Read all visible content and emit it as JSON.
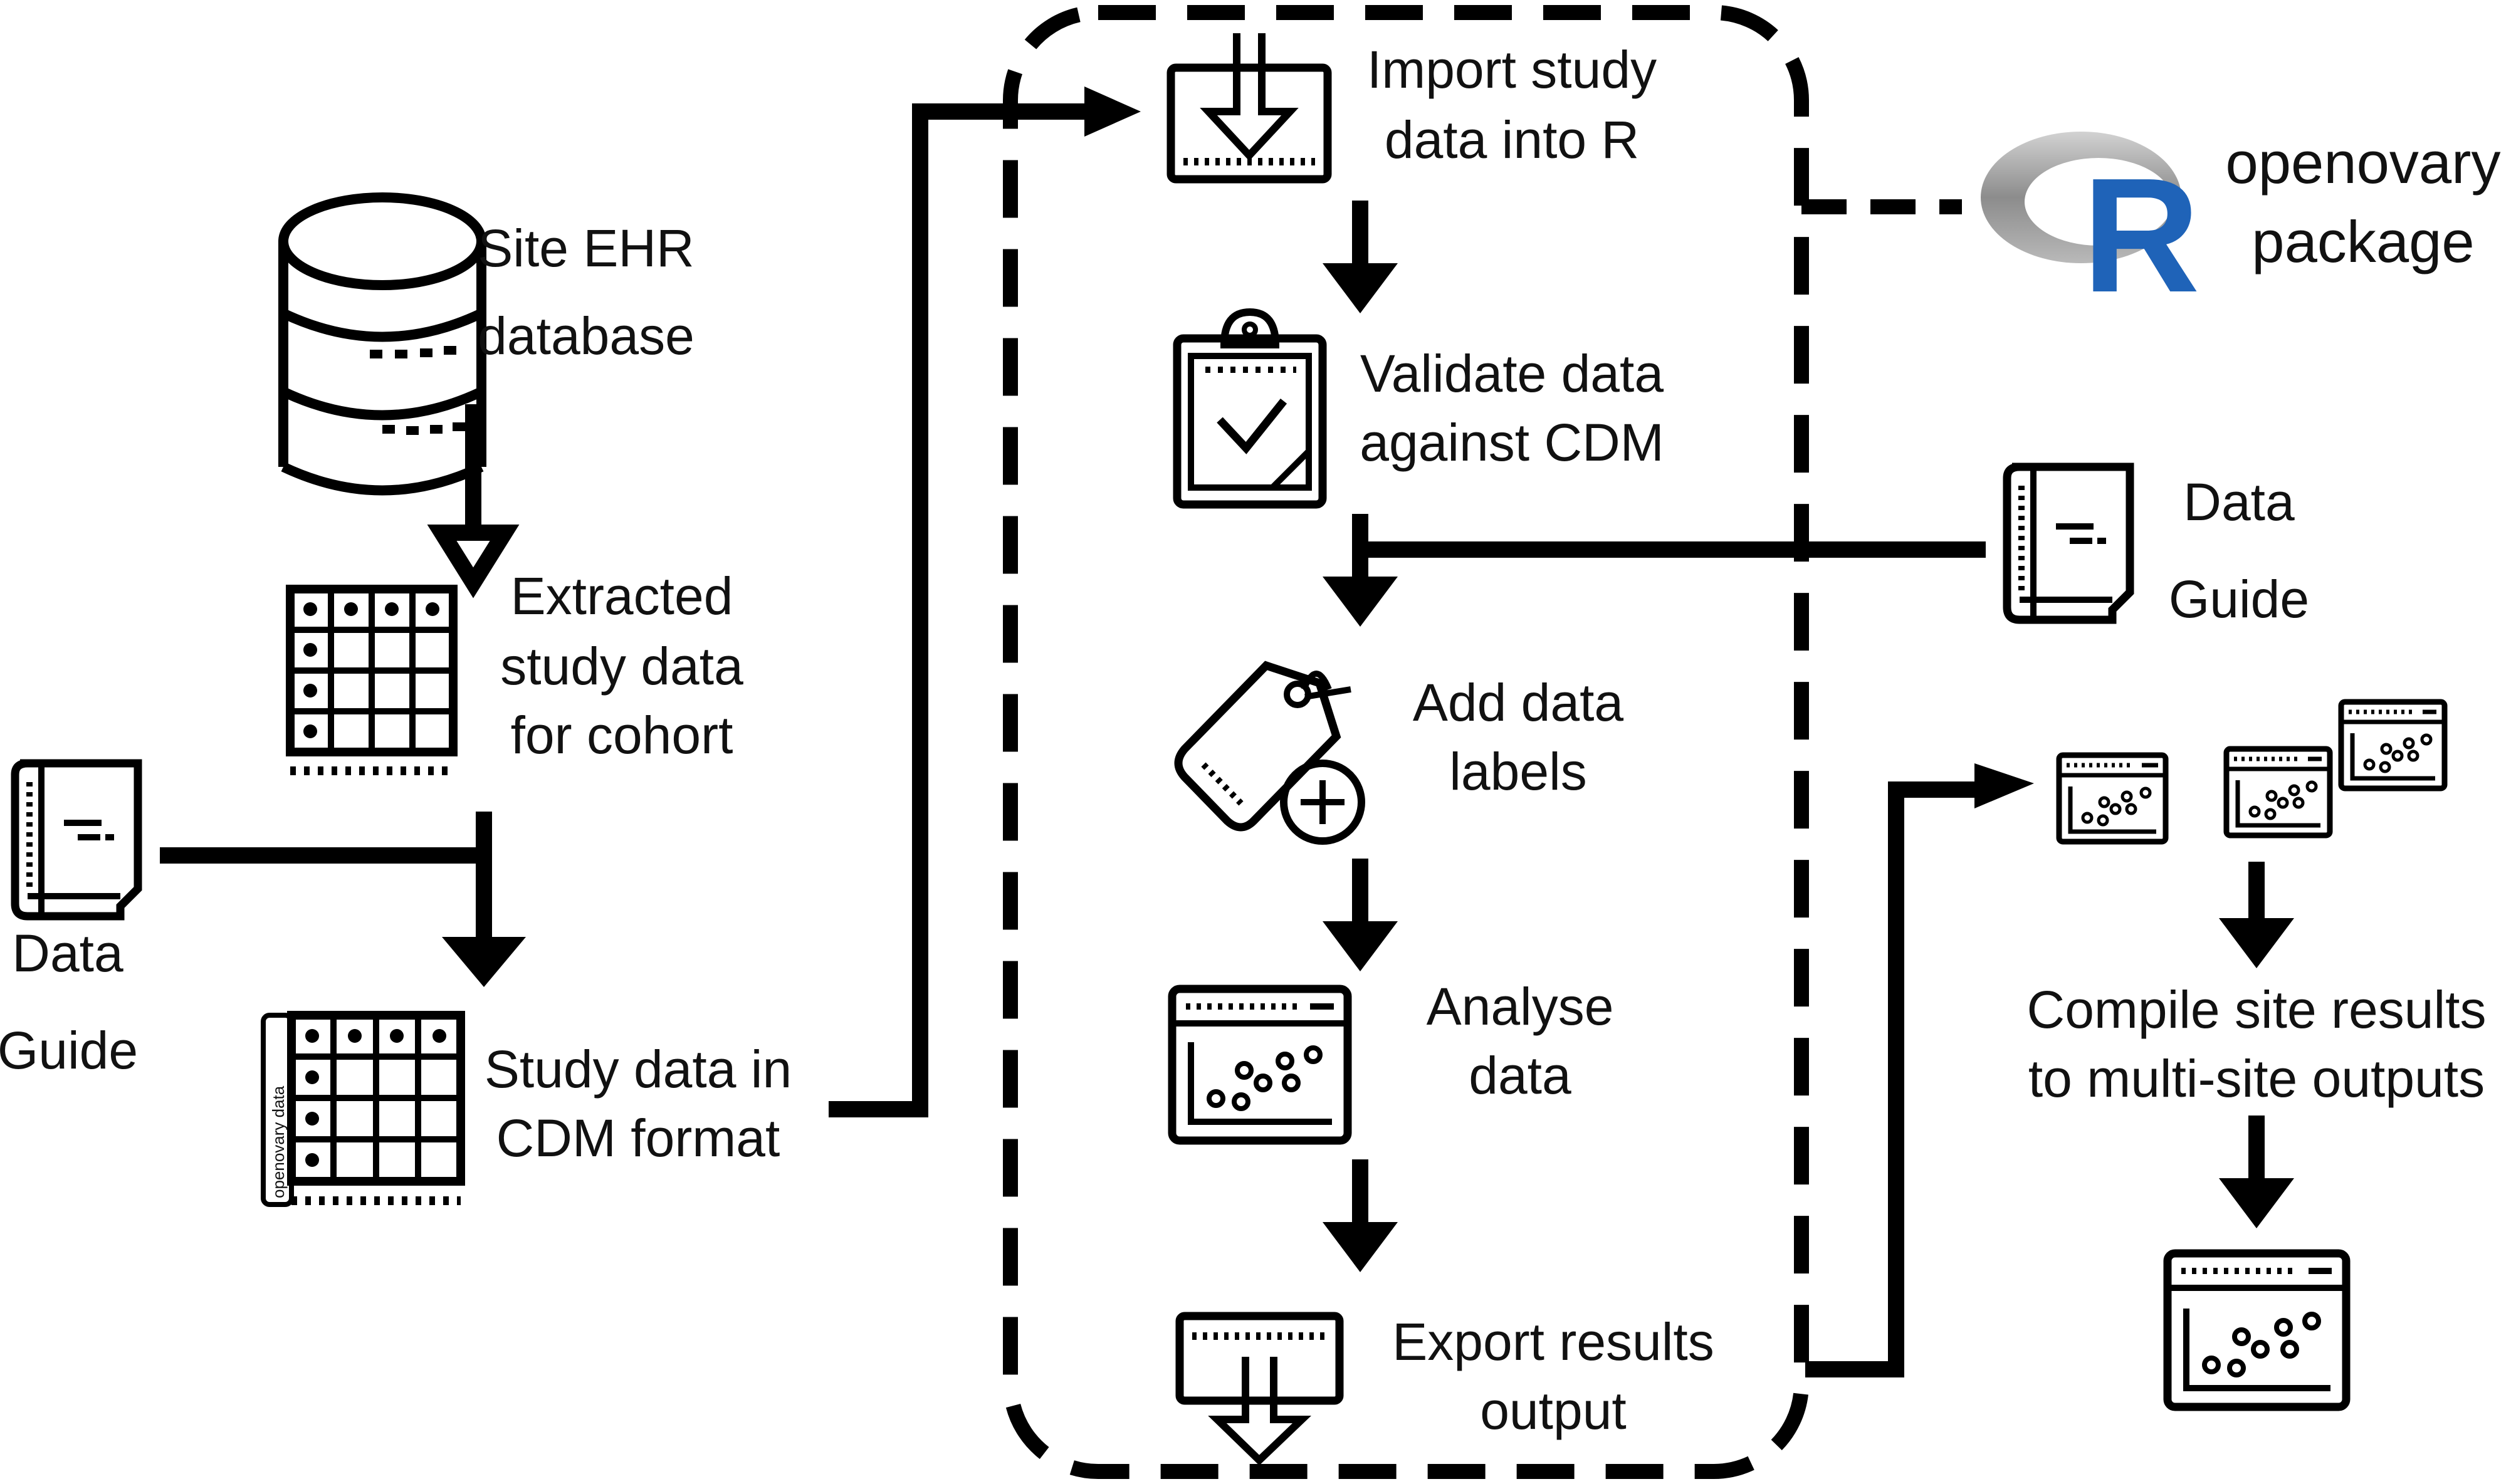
{
  "left": {
    "ehr": [
      "Site EHR",
      "database"
    ],
    "extracted": [
      "Extracted",
      "study data",
      "for cohort"
    ],
    "cdm": [
      "Study data in",
      "CDM format"
    ],
    "data_guide": [
      "Data",
      "Guide"
    ],
    "cdm_sheet_tab": "openovary data"
  },
  "middle": {
    "import": [
      "Import study",
      "data into R"
    ],
    "validate": [
      "Validate data",
      "against CDM"
    ],
    "add_labels": [
      "Add data",
      "labels"
    ],
    "analyse": [
      "Analyse",
      "data"
    ],
    "export": [
      "Export results",
      "output"
    ]
  },
  "right": {
    "package": [
      "openovary",
      "package"
    ],
    "logo_letter": "R",
    "data_guide": [
      "Data",
      "Guide"
    ],
    "compile": [
      "Compile site results",
      "to multi-site outputs"
    ]
  },
  "colors": {
    "ink": "#000000",
    "logo_ring": "#9a9a9a",
    "logo_letter": "#1f63b8"
  }
}
